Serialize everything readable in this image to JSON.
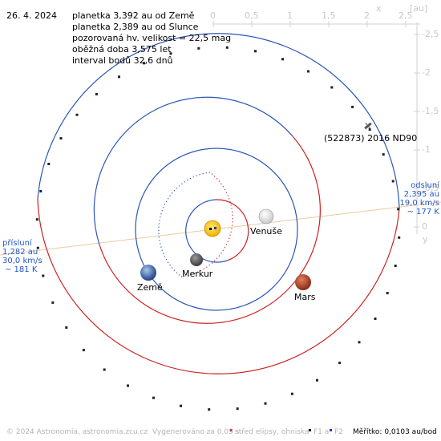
{
  "header": {
    "date": "26. 4. 2024",
    "info_lines": [
      "planetka 3,392 au od Země",
      "planetka 2,389 au od Slunce",
      "pozorovaná hv. velikost = 22,5 mag",
      "oběžná doba 3,575 let",
      "interval bodů 32,6 dnů"
    ]
  },
  "axes": {
    "x_ticks": [
      "0",
      "0,5",
      "1",
      "1,5",
      "2",
      "2,5"
    ],
    "x_axis_letter": "x",
    "unit": "[au]",
    "y_ticks": [
      "-2,5",
      "-2",
      "-1,5",
      "-1",
      "-0,5",
      "0"
    ],
    "y_axis_letter": "y"
  },
  "asteroid": {
    "name": "(522873) 2016 ND90",
    "perihelion": [
      "přísluní",
      "1,282 au",
      "30,0 km/s",
      "~ 181 K"
    ],
    "aphelion": [
      "odsluní",
      "2,395 au",
      "19,0 km/s",
      "~ 177 K"
    ]
  },
  "bodies": {
    "sun": "",
    "mercury": "Merkur",
    "venus": "Venuše",
    "earth": "Země",
    "mars": "Mars"
  },
  "colors": {
    "orbit_above": "#2a55b8",
    "orbit_below": "#cc2222",
    "apsides_line": "#f0c8a0",
    "axis": "#d0d0d0",
    "tick_text": "#c8c8c8",
    "label_blue": "#2255cc"
  },
  "footer": {
    "copyright": "© 2024 Astronomia, astronomia.zcu.cz",
    "generated": "Vygenerováno za 0,09 s",
    "legend_center": "střed elipsy, ohniska",
    "legend_f1": "F1 a",
    "legend_f2": "F2",
    "scale": "Měřítko: 0,0103 au/bod"
  }
}
